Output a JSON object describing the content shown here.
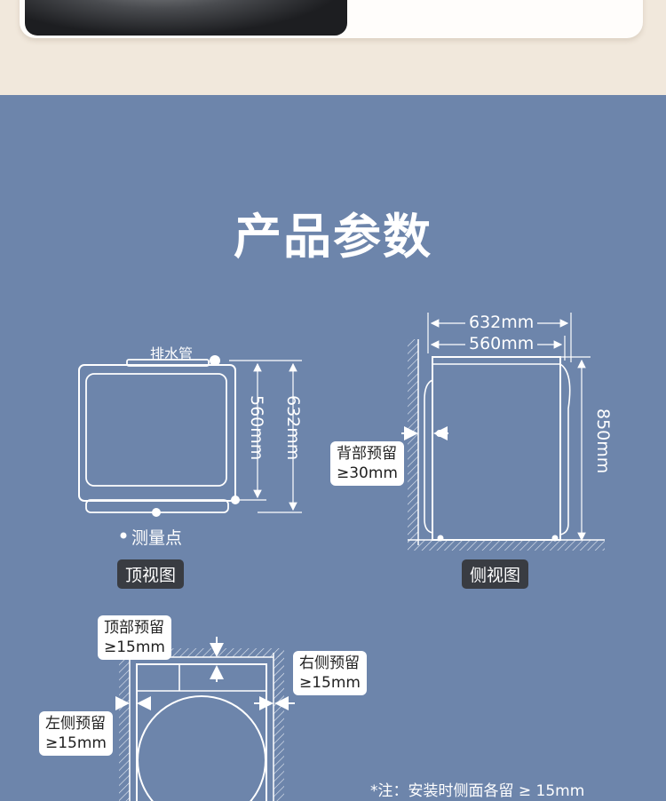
{
  "title": "产品参数",
  "top_view": {
    "drain_label": "排水管",
    "width_inner": "560mm",
    "width_outer": "632mm",
    "measure_point": "测量点",
    "tag": "顶视图"
  },
  "side_view": {
    "depth_outer": "632mm",
    "depth_inner": "560mm",
    "height": "850mm",
    "back_clear_label": "背部预留",
    "back_clear_value": "≥30mm",
    "tag": "侧视图"
  },
  "front_view": {
    "top_label": "顶部预留",
    "top_value": "≥15mm",
    "right_label": "右侧预留",
    "right_value": "≥15mm",
    "left_label": "左侧预留",
    "left_value": "≥15mm"
  },
  "note": "*注：安装时侧面各留 ≥ 15mm",
  "colors": {
    "background": "#6d85ab",
    "top_band": "#f1e8dc",
    "tag": "#393c42"
  }
}
